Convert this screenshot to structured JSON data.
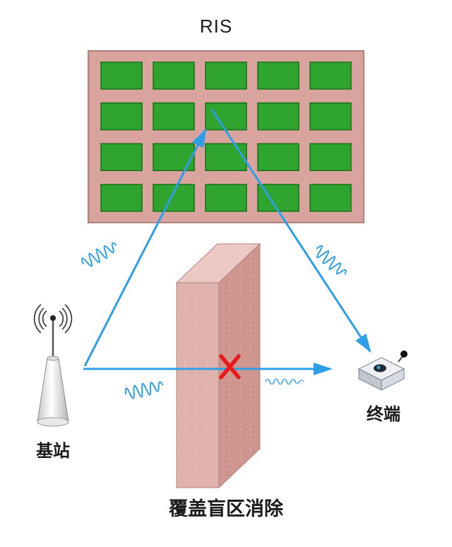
{
  "diagram": {
    "title": "RIS",
    "caption": "覆盖盲区消除",
    "base_station_label": "基站",
    "terminal_label": "终端",
    "ris_grid": {
      "rows": 4,
      "cols": 5
    },
    "colors": {
      "arrow": "#2e9fe6",
      "blocked_x": "#e8191c",
      "wave": "#2e9fe6",
      "panel_fill": "#d9a49e",
      "panel_border": "#ae837d",
      "cell_fill": "#2fa42f",
      "cell_border": "#157015",
      "wall_front": "#e0b2ac",
      "wall_top": "#ecc9c4",
      "wall_side": "#cf958f"
    }
  }
}
